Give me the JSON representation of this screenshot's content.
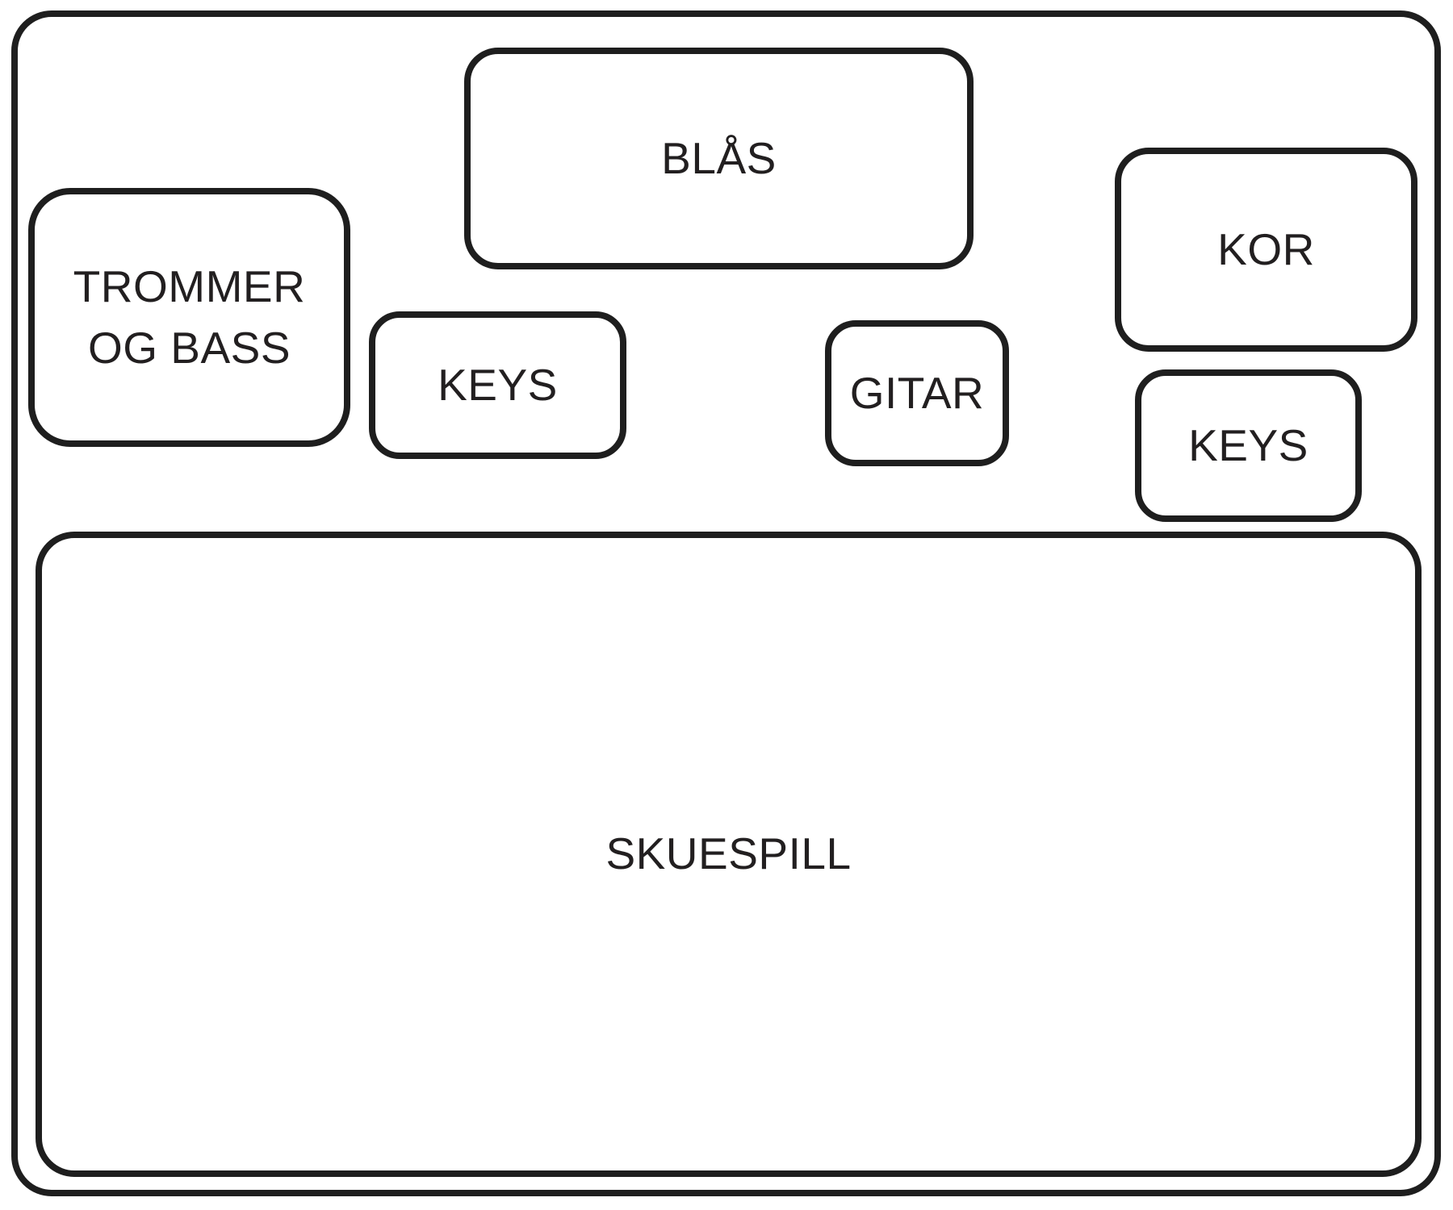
{
  "colors": {
    "stroke": "#1e1e1e",
    "text": "#221f20",
    "background": "#ffffff"
  },
  "stage_plot": {
    "boxes": {
      "blas": {
        "label": "BLÅS"
      },
      "trommer_og_bass": {
        "label": "TROMMER\nOG BASS"
      },
      "keys_left": {
        "label": "KEYS"
      },
      "gitar": {
        "label": "GITAR"
      },
      "kor": {
        "label": "KOR"
      },
      "keys_right": {
        "label": "KEYS"
      },
      "skuespill": {
        "label": "SKUESPILL"
      }
    }
  }
}
